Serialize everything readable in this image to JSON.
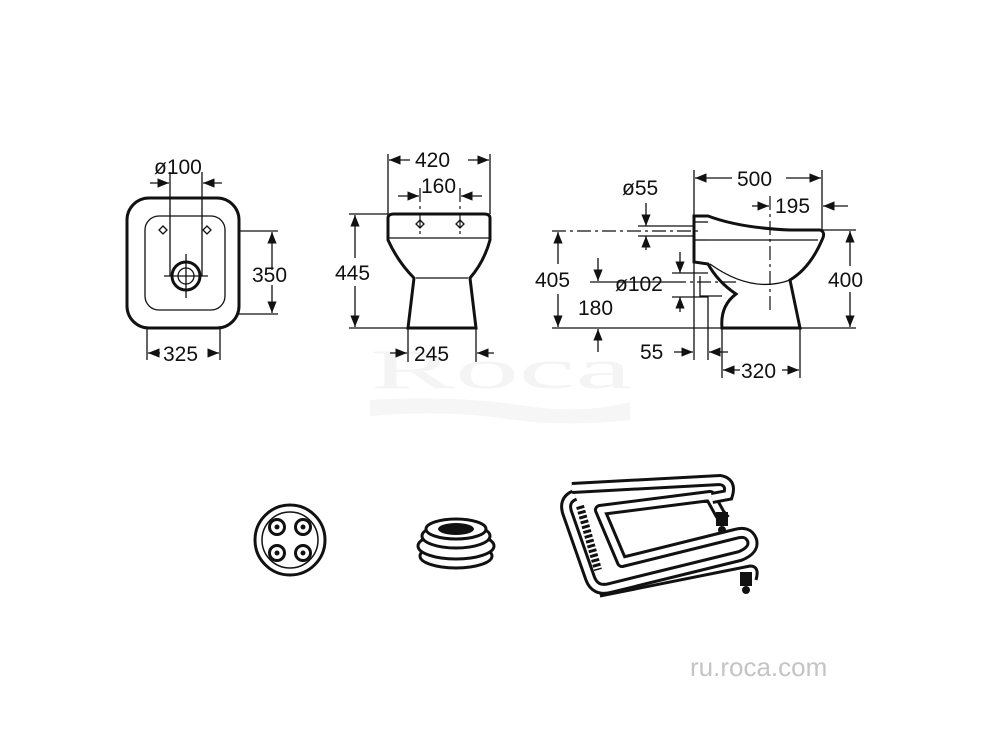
{
  "watermark": {
    "brand": "Roca"
  },
  "footer": {
    "site": "ru.roca.com"
  },
  "dimensions": {
    "top_view": {
      "outlet_diameter": "ø100",
      "width": "325",
      "depth": "350"
    },
    "front_view": {
      "width": "420",
      "fixing_distance": "160",
      "height": "445",
      "base_width": "245"
    },
    "side_view": {
      "inlet_diameter": "ø55",
      "length": "500",
      "outlet_offset": "195",
      "height": "400",
      "inlet_height": "405",
      "outlet_diameter": "ø102",
      "outlet_height": "180",
      "wall_offset": "55",
      "base_length": "320"
    }
  },
  "accessories": [
    {
      "name": "fixing-kit"
    },
    {
      "name": "connection-sleeve"
    },
    {
      "name": "rim-support"
    }
  ]
}
